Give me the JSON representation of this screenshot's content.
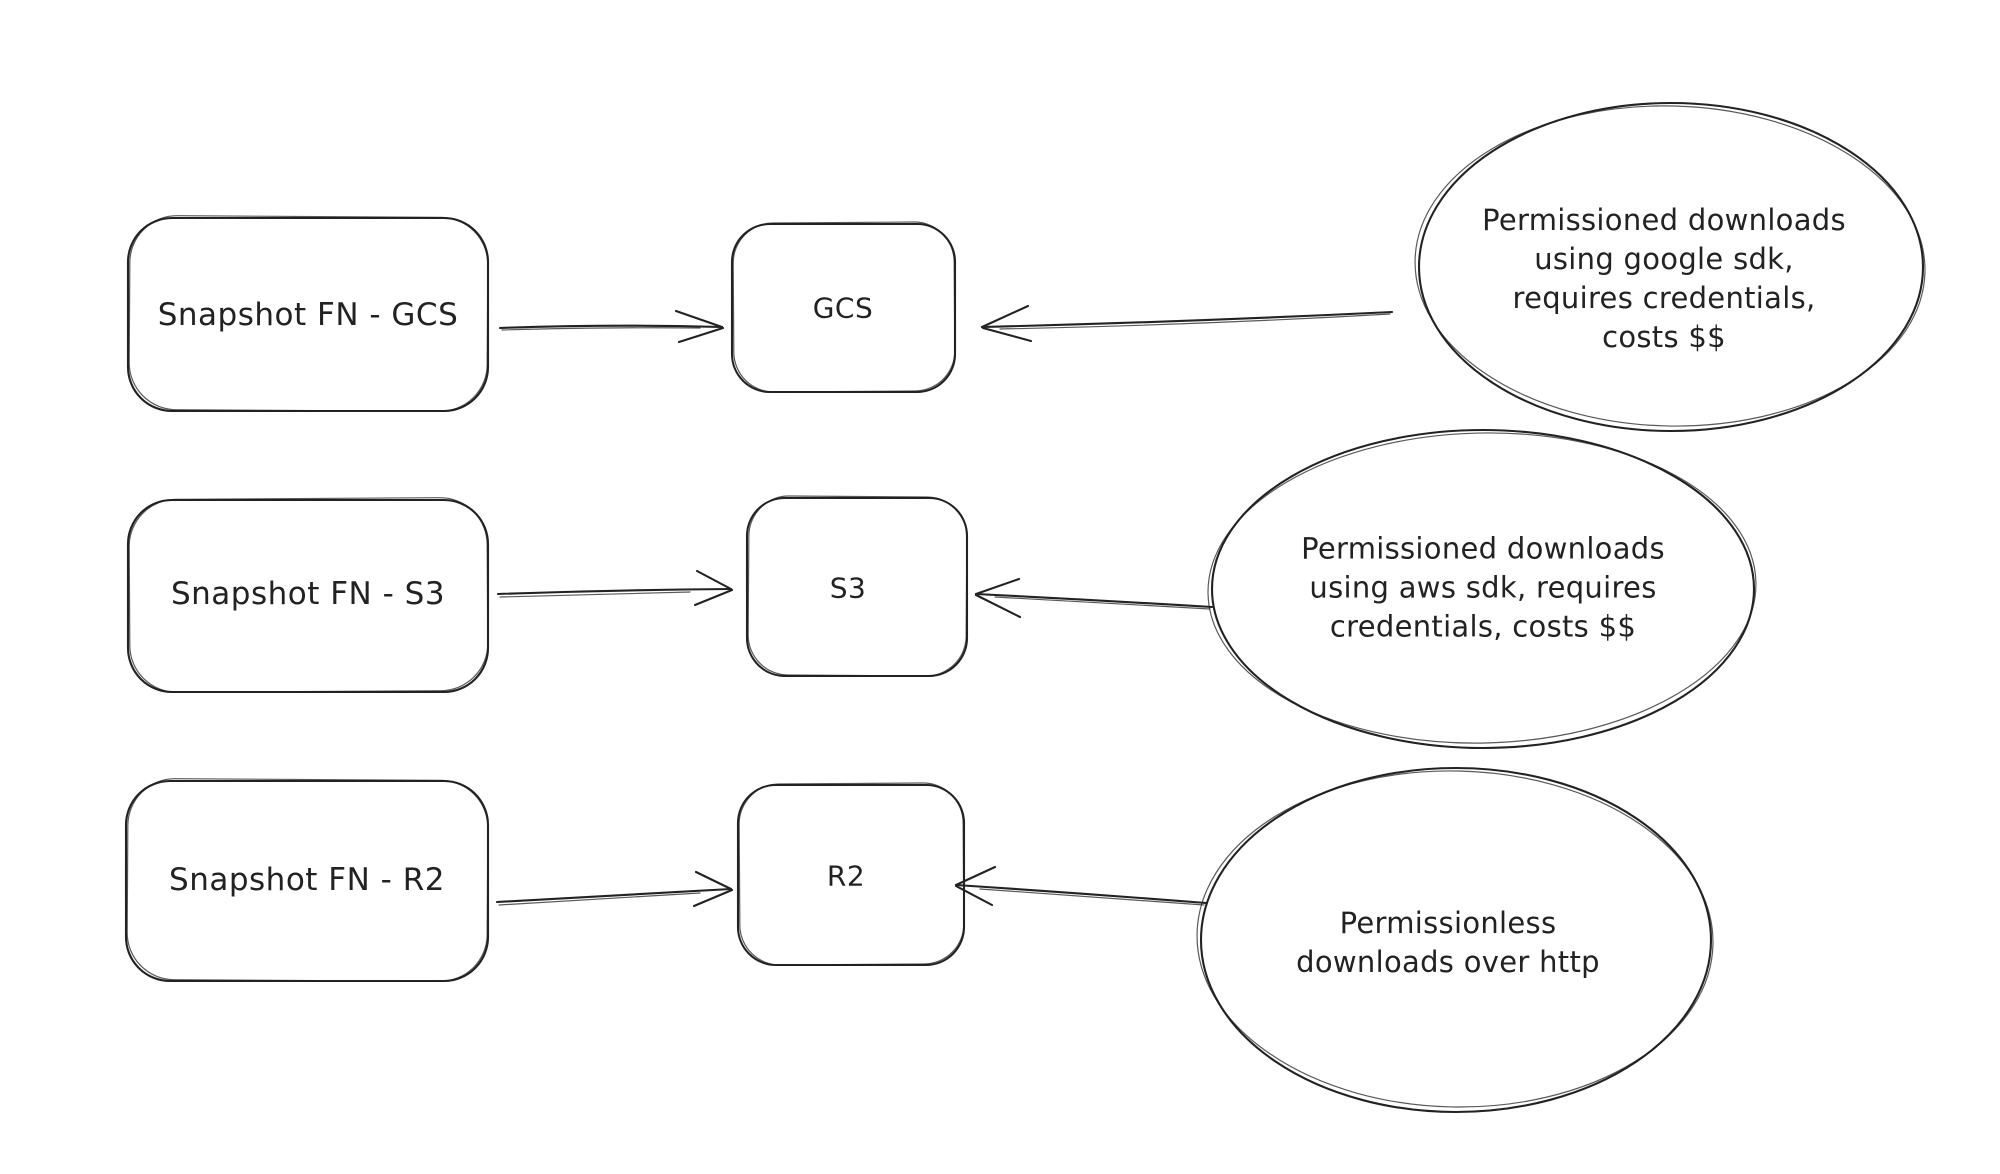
{
  "canvas": {
    "background": "#ffffff",
    "ink": "#222222"
  },
  "rows": [
    {
      "source_label": "Snapshot FN - GCS",
      "target_label": "GCS",
      "note_lines": [
        "Permissioned downloads",
        "using google sdk,",
        "requires credentials,",
        "costs $$"
      ]
    },
    {
      "source_label": "Snapshot FN - S3",
      "target_label": "S3",
      "note_lines": [
        "Permissioned downloads",
        "using aws sdk, requires",
        "credentials, costs $$"
      ]
    },
    {
      "source_label": "Snapshot FN - R2",
      "target_label": "R2",
      "note_lines": [
        "Permissionless",
        "downloads over http"
      ]
    }
  ]
}
